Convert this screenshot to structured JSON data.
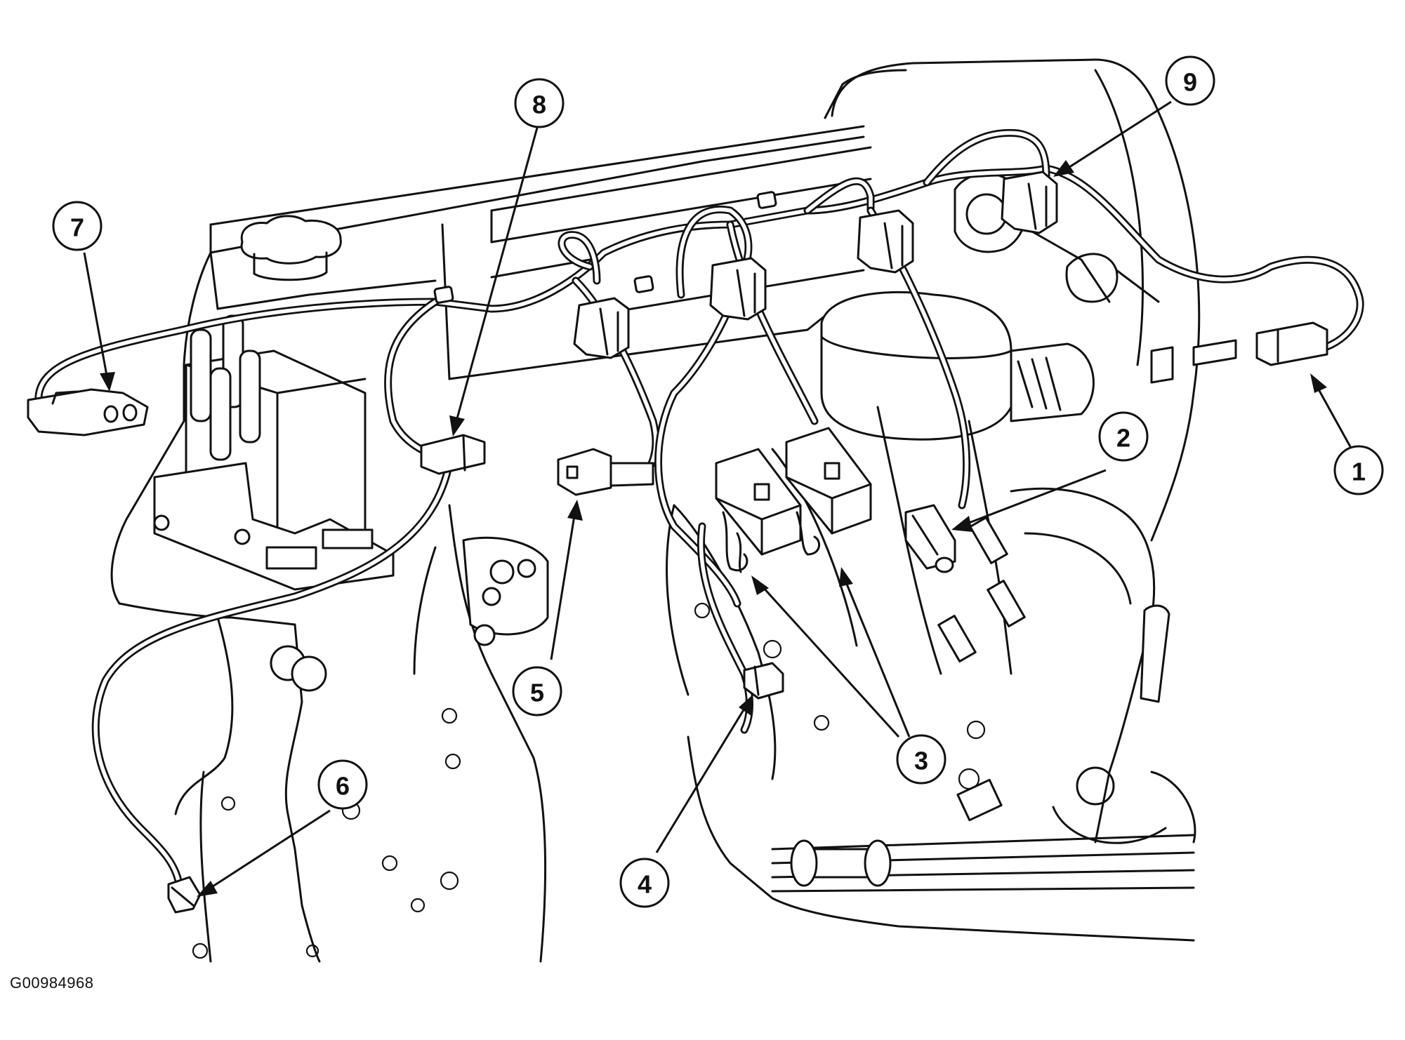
{
  "figure_id": "G00984968",
  "callouts": [
    {
      "number": "1"
    },
    {
      "number": "2"
    },
    {
      "number": "3"
    },
    {
      "number": "4"
    },
    {
      "number": "5"
    },
    {
      "number": "6"
    },
    {
      "number": "7"
    },
    {
      "number": "8"
    },
    {
      "number": "9"
    }
  ]
}
